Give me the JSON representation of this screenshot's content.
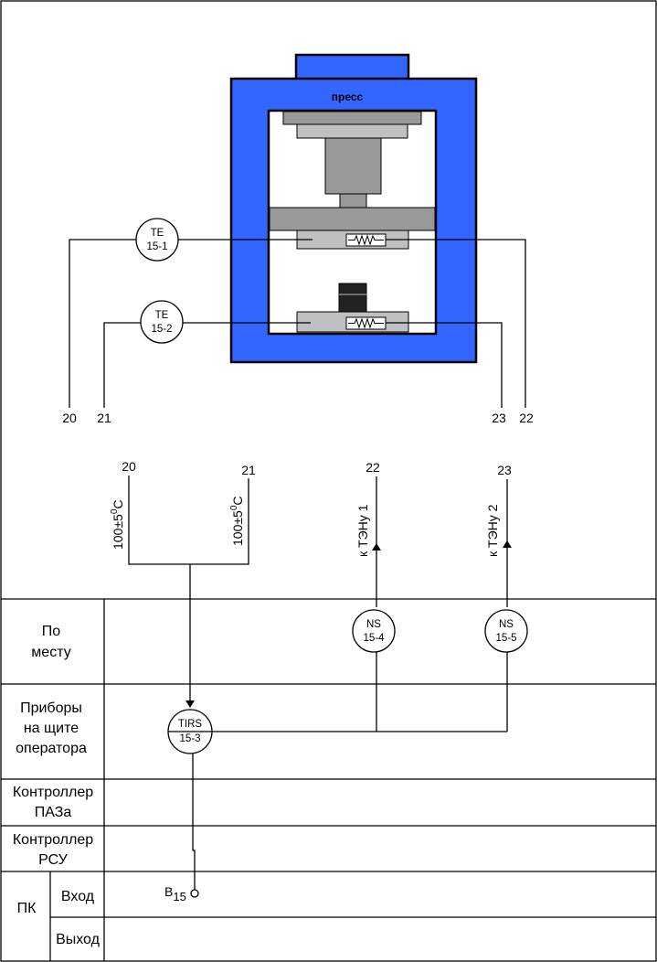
{
  "press": {
    "title": "пресс",
    "frame_color": "#3366ff",
    "part_color": "#999999",
    "part_light_color": "#c0c0c0"
  },
  "instruments": {
    "te_15_1": {
      "code": "TE",
      "num": "15-1"
    },
    "te_15_2": {
      "code": "TE",
      "num": "15-2"
    },
    "ns_15_4": {
      "code": "NS",
      "num": "15-4"
    },
    "ns_15_5": {
      "code": "NS",
      "num": "15-5"
    },
    "tirs_15_3": {
      "code": "TIRS",
      "num": "15-3"
    }
  },
  "terminals": {
    "top": [
      "20",
      "21",
      "23",
      "22"
    ],
    "lines": [
      "20",
      "21",
      "22",
      "23"
    ]
  },
  "setpoints": {
    "left": "100±5",
    "right": "100±5",
    "sup": "0",
    "unit": "C"
  },
  "heaters": {
    "h1": "к ТЭНу 1",
    "h2": "к ТЭНу 2"
  },
  "rows": {
    "local": [
      "По",
      "месту"
    ],
    "panel": [
      "Приборы",
      "на щите",
      "оператора"
    ],
    "paz": [
      "Контроллер",
      "ПАЗа"
    ],
    "rsu": [
      "Контроллер",
      "РСУ"
    ],
    "pc": "ПК",
    "input": "Вход",
    "output": "Выход"
  },
  "signal": {
    "base": "В",
    "sub": "15"
  }
}
